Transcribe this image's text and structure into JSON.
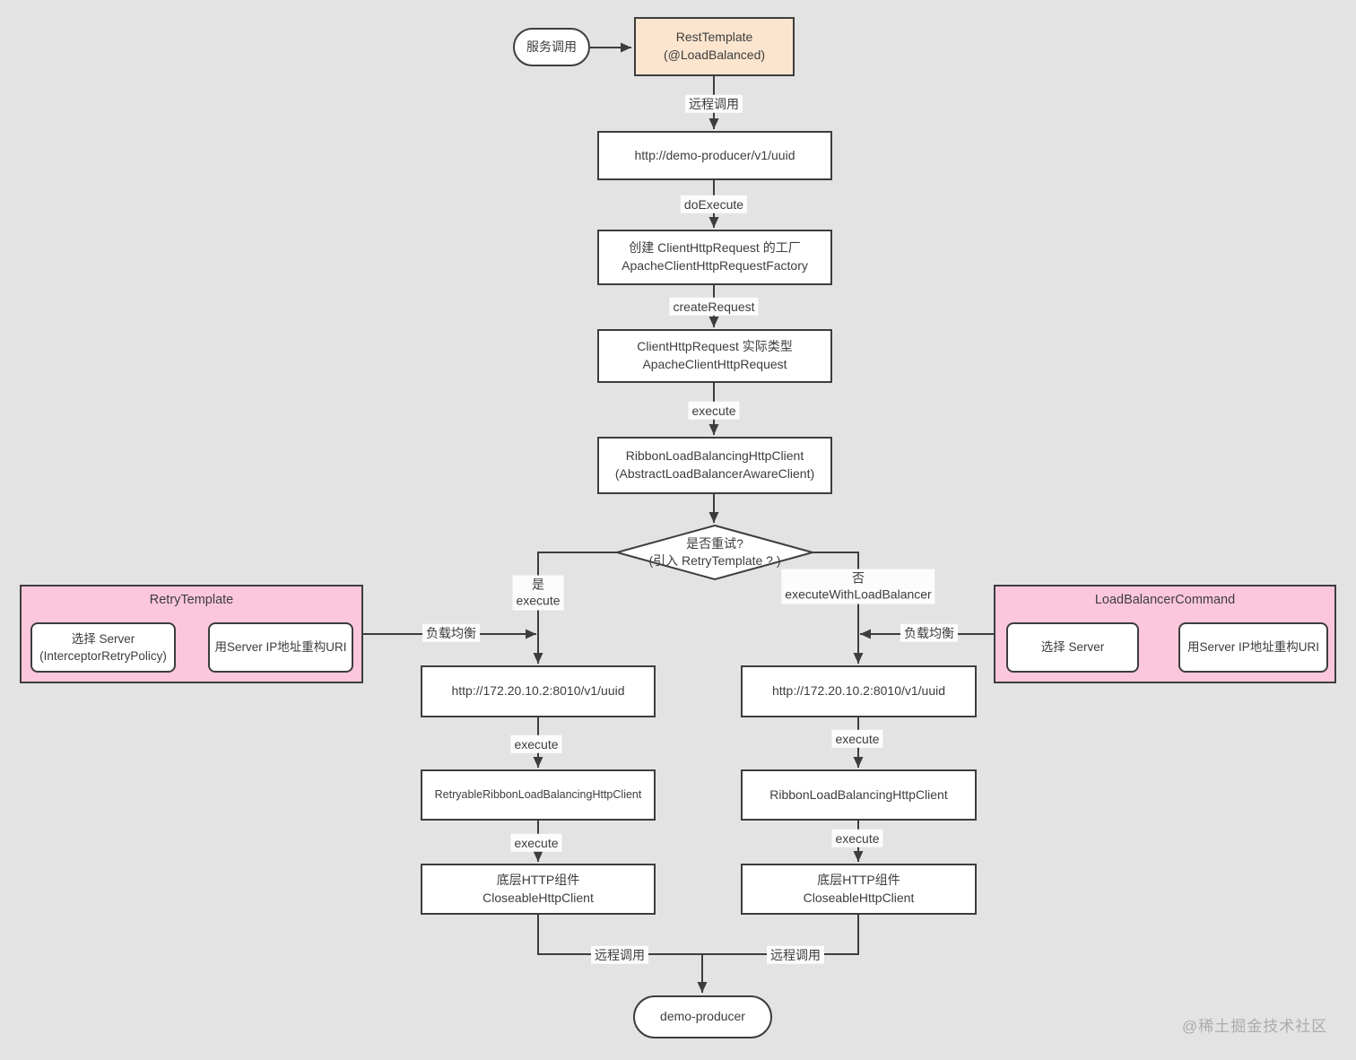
{
  "colors": {
    "background": "#e3e3e3",
    "node_fill": "#ffffff",
    "node_border": "#3d3d3d",
    "accent_orange": "#fbe5ce",
    "accent_pink": "#fcc7dc",
    "line": "#3d3d3d",
    "label_bg": "#fcfcfc",
    "watermark": "#ababab"
  },
  "nodes": {
    "service_call": {
      "label": "服务调用"
    },
    "rest_template": {
      "line1": "RestTemplate",
      "line2": "(@LoadBalanced)"
    },
    "url_demo": {
      "label": "http://demo-producer/v1/uuid"
    },
    "request_factory": {
      "line1": "创建 ClientHttpRequest 的工厂",
      "line2": "ApacheClientHttpRequestFactory"
    },
    "client_http_request": {
      "line1": "ClientHttpRequest 实际类型",
      "line2": "ApacheClientHttpRequest"
    },
    "ribbon_lb_client": {
      "line1": "RibbonLoadBalancingHttpClient",
      "line2": "(AbstractLoadBalancerAwareClient)"
    },
    "retry_decision": {
      "line1": "是否重试?",
      "line2": "(引入 RetryTemplate ? )"
    },
    "retry_template": {
      "title": "RetryTemplate",
      "select_server": {
        "line1": "选择 Server",
        "line2": "(InterceptorRetryPolicy)"
      },
      "rebuild_uri": {
        "label": "用Server IP地址重构URI"
      }
    },
    "lb_command": {
      "title": "LoadBalancerCommand",
      "select_server": {
        "label": "选择 Server"
      },
      "rebuild_uri": {
        "label": "用Server IP地址重构URI"
      }
    },
    "url_left": {
      "label": "http://172.20.10.2:8010/v1/uuid"
    },
    "url_right": {
      "label": "http://172.20.10.2:8010/v1/uuid"
    },
    "retryable_client": {
      "label": "RetryableRibbonLoadBalancingHttpClient"
    },
    "ribbon_client_right": {
      "label": "RibbonLoadBalancingHttpClient"
    },
    "http_component_left": {
      "line1": "底层HTTP组件",
      "line2": "CloseableHttpClient"
    },
    "http_component_right": {
      "line1": "底层HTTP组件",
      "line2": "CloseableHttpClient"
    },
    "demo_producer": {
      "label": "demo-producer"
    }
  },
  "edge_labels": {
    "remote_call_top": "远程调用",
    "do_execute": "doExecute",
    "create_request": "createRequest",
    "execute_main": "execute",
    "yes": "是",
    "yes_execute": "execute",
    "no": "否",
    "no_execute": "executeWithLoadBalancer",
    "load_balance_left": "负载均衡",
    "load_balance_right": "负载均衡",
    "execute_left_1": "execute",
    "execute_left_2": "execute",
    "execute_right_1": "execute",
    "execute_right_2": "execute",
    "remote_call_bottom_left": "远程调用",
    "remote_call_bottom_right": "远程调用"
  },
  "watermark": "@稀土掘金技术社区"
}
